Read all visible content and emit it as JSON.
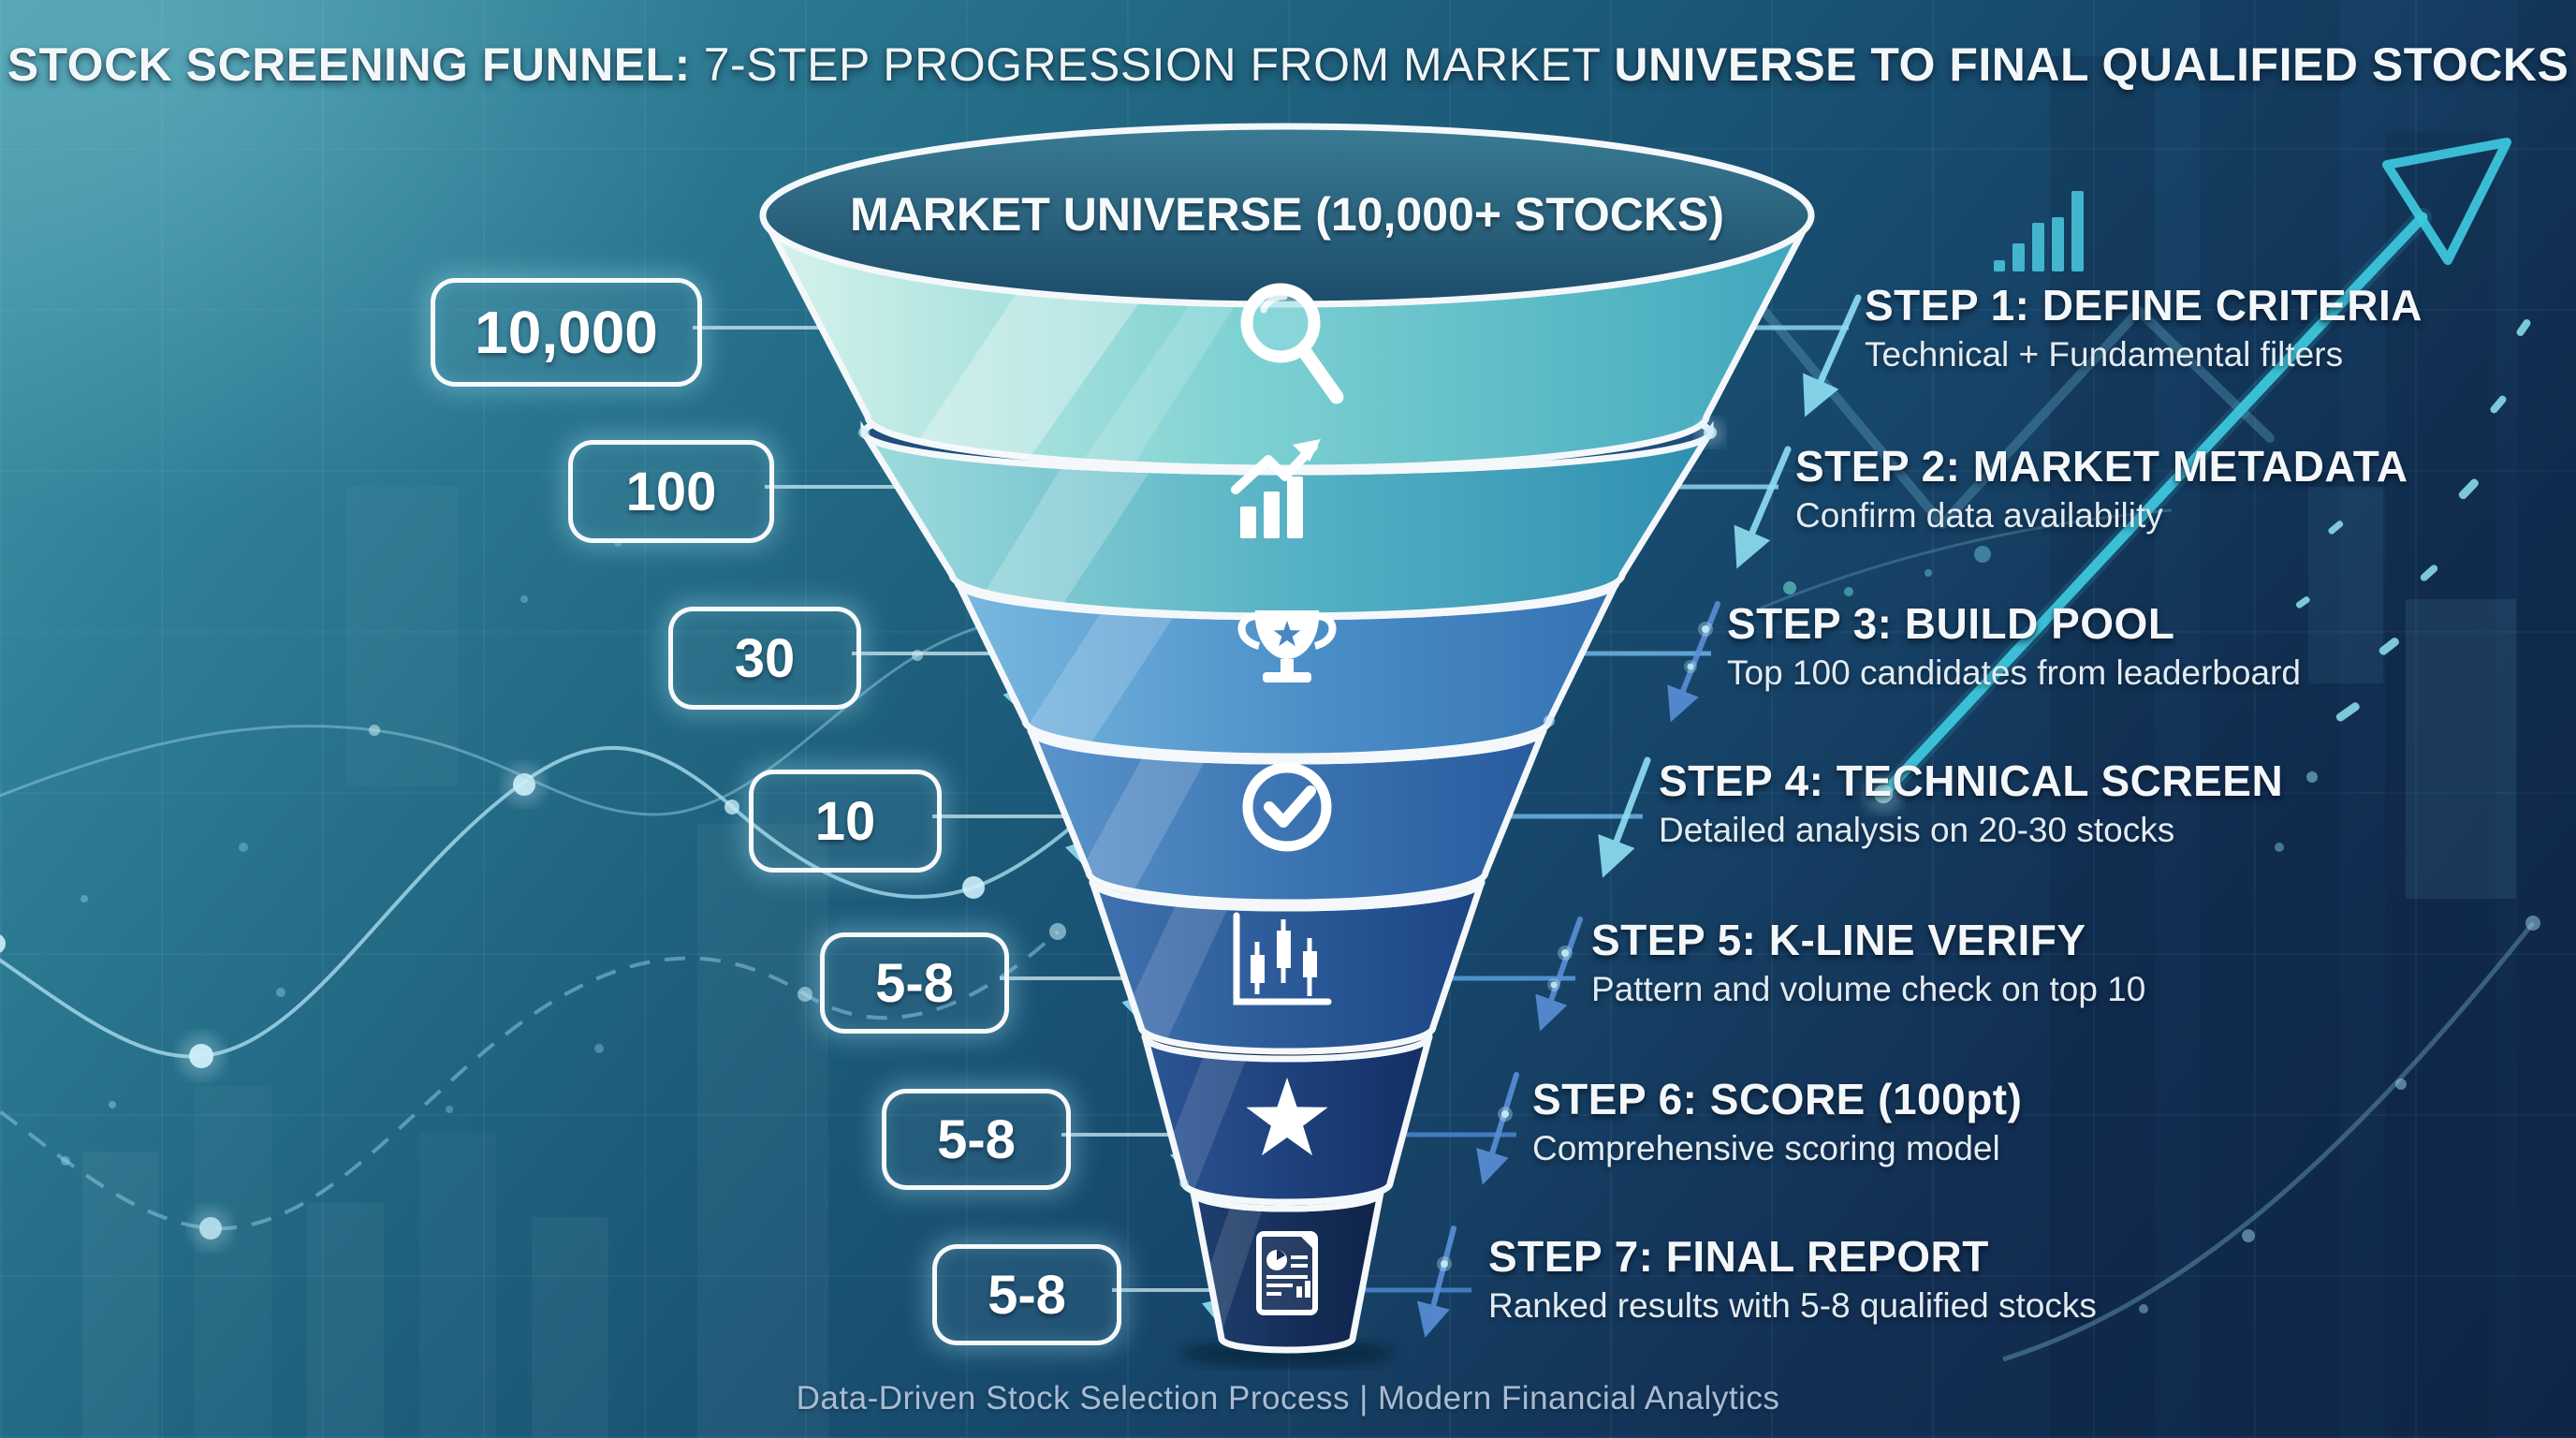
{
  "title": {
    "part1": "STOCK SCREENING FUNNEL:",
    "part2": "7-STEP PROGRESSION FROM MARKET",
    "part3": "UNIVERSE TO FINAL QUALIFIED STOCKS"
  },
  "funnel": {
    "top_label": "MARKET UNIVERSE (10,000+ STOCKS)",
    "stages": [
      {
        "count": "10,000",
        "icon": "magnifier-icon",
        "step_title": "STEP 1: DEFINE CRITERIA",
        "step_detail": "Technical + Fundamental filters"
      },
      {
        "count": "100",
        "icon": "bar-chart-growth-icon",
        "step_title": "STEP 2: MARKET METADATA",
        "step_detail": "Confirm data availability"
      },
      {
        "count": "30",
        "icon": "trophy-icon",
        "step_title": "STEP 3: BUILD POOL",
        "step_detail": "Top 100 candidates from leaderboard"
      },
      {
        "count": "10",
        "icon": "check-circle-icon",
        "step_title": "STEP 4: TECHNICAL SCREEN",
        "step_detail": "Detailed analysis on 20-30 stocks"
      },
      {
        "count": "5-8",
        "icon": "candlestick-chart-icon",
        "step_title": "STEP 5: K-LINE VERIFY",
        "step_detail": "Pattern and volume check on top 10"
      },
      {
        "count": "5-8",
        "icon": "star-icon",
        "step_title": "STEP 6: SCORE (100pt)",
        "step_detail": "Comprehensive scoring model"
      },
      {
        "count": "5-8",
        "icon": "report-document-icon",
        "step_title": "STEP 7: FINAL REPORT",
        "step_detail": "Ranked results with 5-8 qualified stocks"
      }
    ]
  },
  "footer": {
    "text": "Data-Driven Stock Selection Process | Modern Financial Analytics"
  },
  "colors": {
    "background_top_left": "#4b9cae",
    "background_bottom_right": "#10284a",
    "funnel_layer_top": "#b9e9e2",
    "funnel_layer_bottom": "#13294f",
    "outline_white": "#f4f8fa",
    "arrow_cyan": "#8fdff2",
    "arrow_blue": "#5a8fd8",
    "glow_cyan": "#bfeaf8"
  },
  "chart_data": {
    "type": "funnel",
    "title": "STOCK SCREENING FUNNEL: 7-STEP PROGRESSION FROM MARKET UNIVERSE TO FINAL QUALIFIED STOCKS",
    "source": "MARKET UNIVERSE (10,000+ STOCKS)",
    "categories": [
      "STEP 1: DEFINE CRITERIA",
      "STEP 2: MARKET METADATA",
      "STEP 3: BUILD POOL",
      "STEP 4: TECHNICAL SCREEN",
      "STEP 5: K-LINE VERIFY",
      "STEP 6: SCORE (100pt)",
      "STEP 7: FINAL REPORT"
    ],
    "values": [
      "10,000",
      "100",
      "30",
      "10",
      "5-8",
      "5-8",
      "5-8"
    ]
  }
}
